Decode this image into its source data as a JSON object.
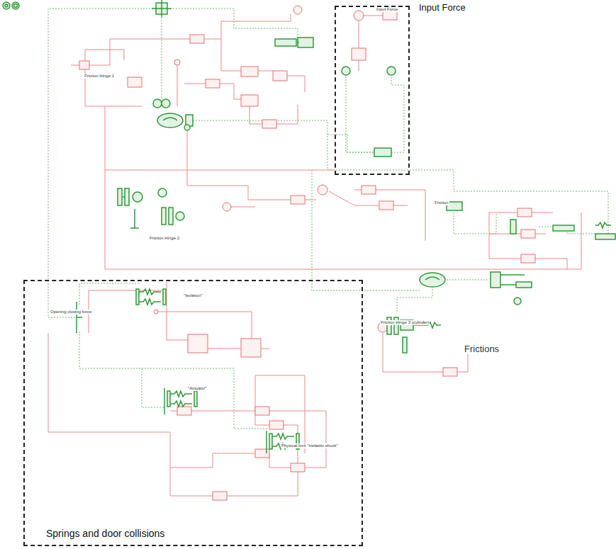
{
  "diagram": {
    "nodes": [
      {
        "text": [
          "Input Force"
        ]
      },
      {
        "text": [
          "Springs and door collisions"
        ]
      }
    ],
    "labels": [
      "Input Force",
      "Friction Hinge 1",
      "Friction Hinge 2",
      "Friction",
      "Friction Hinge 3 (cylinder)",
      "Frictions",
      "Opening closing force",
      "\"Isolation\"",
      "\"Actuator\"",
      "Physical limit \"inelastic shock\""
    ]
  }
}
